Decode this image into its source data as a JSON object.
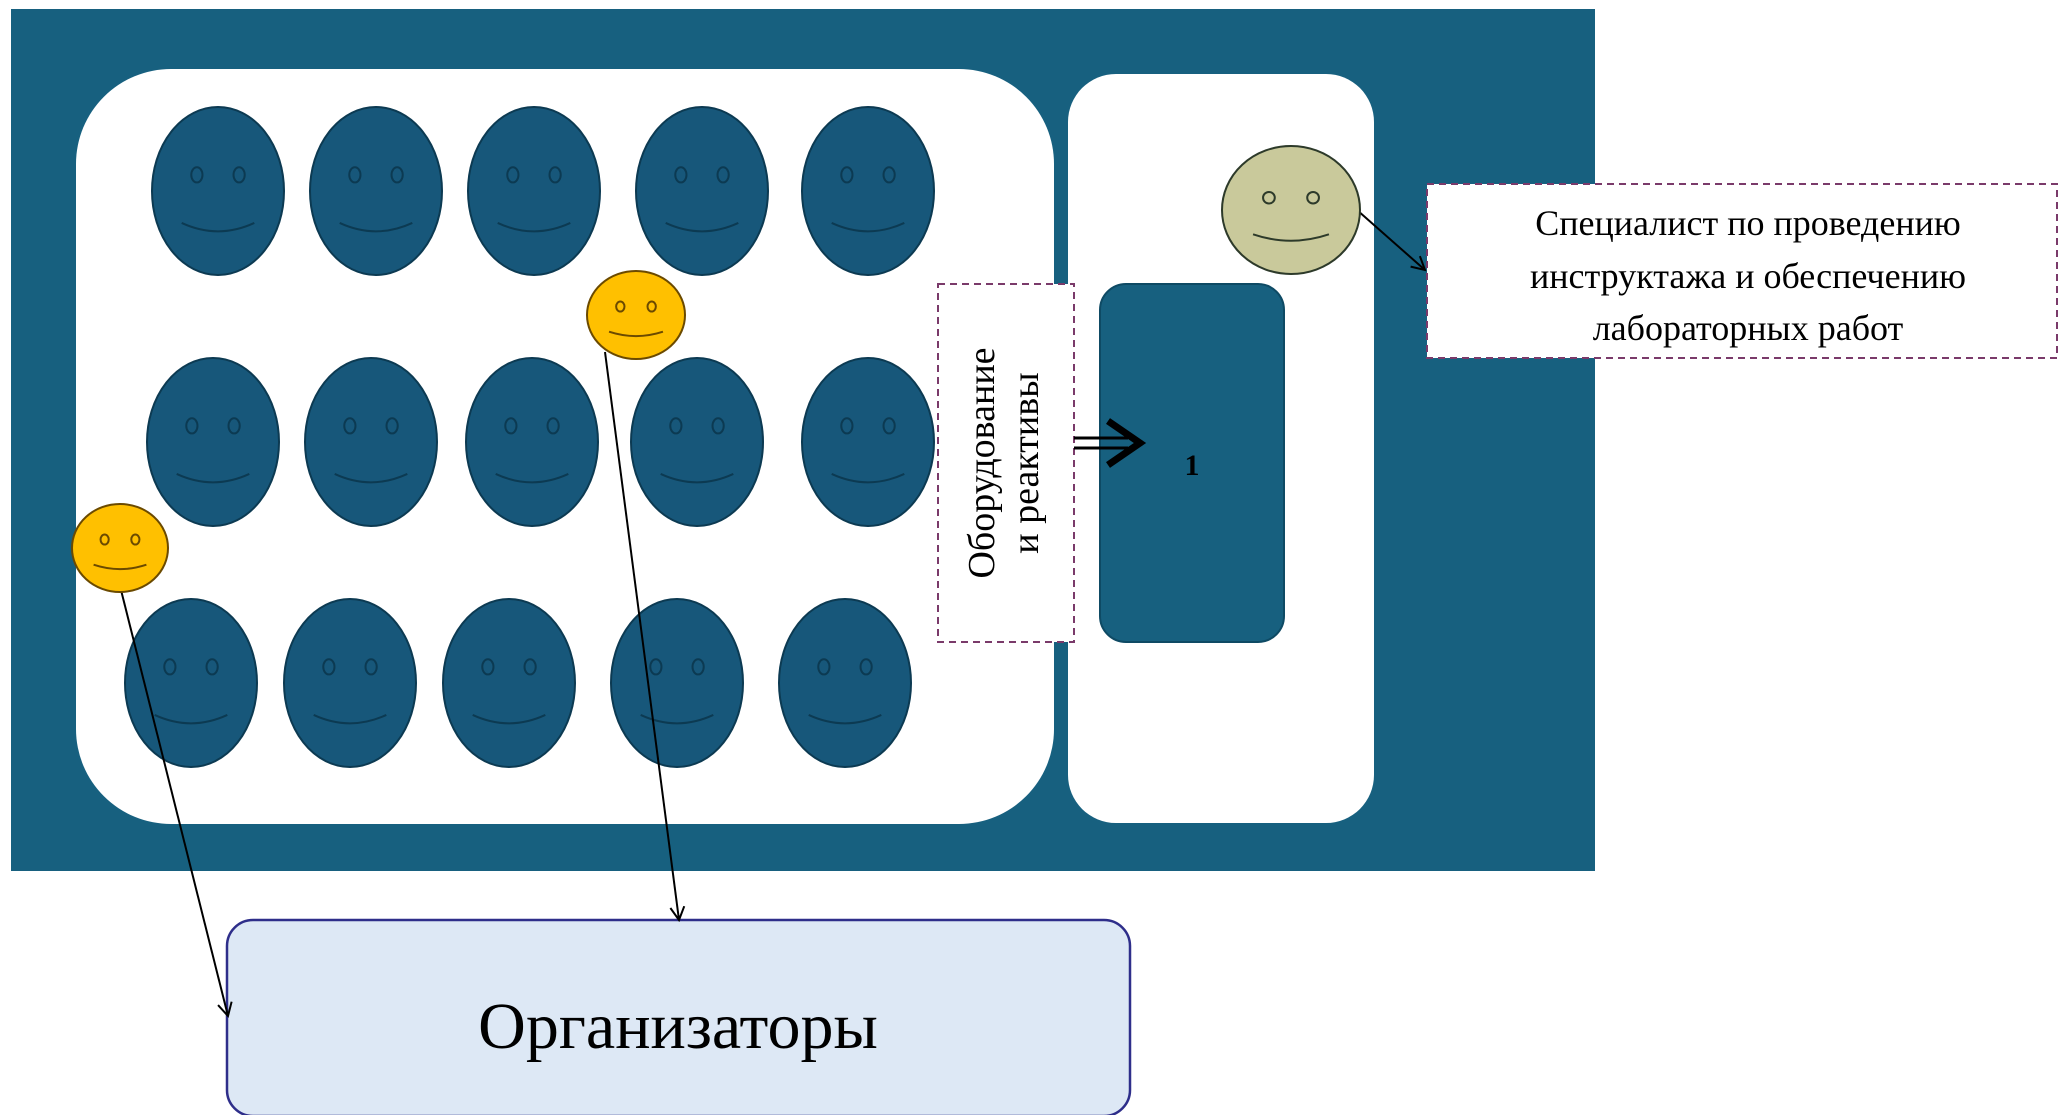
{
  "labels": {
    "specialist_line1": "Специалист по проведению",
    "specialist_line2": "инструктажа и обеспечению",
    "specialist_line3": "лабораторных работ",
    "equipment_line1": "Оборудование",
    "equipment_line2": "и реактивы",
    "table_number": "1",
    "organizers": "Организаторы"
  },
  "colors": {
    "room": "#17607f",
    "student": "#17577a",
    "organizer": "#ffc000",
    "specialist": "#c9c99b",
    "organizers_box": "#dde8f5",
    "dashed_border": "#7a3a6a"
  },
  "counts": {
    "students": 15,
    "organizers": 2,
    "specialists": 1
  }
}
